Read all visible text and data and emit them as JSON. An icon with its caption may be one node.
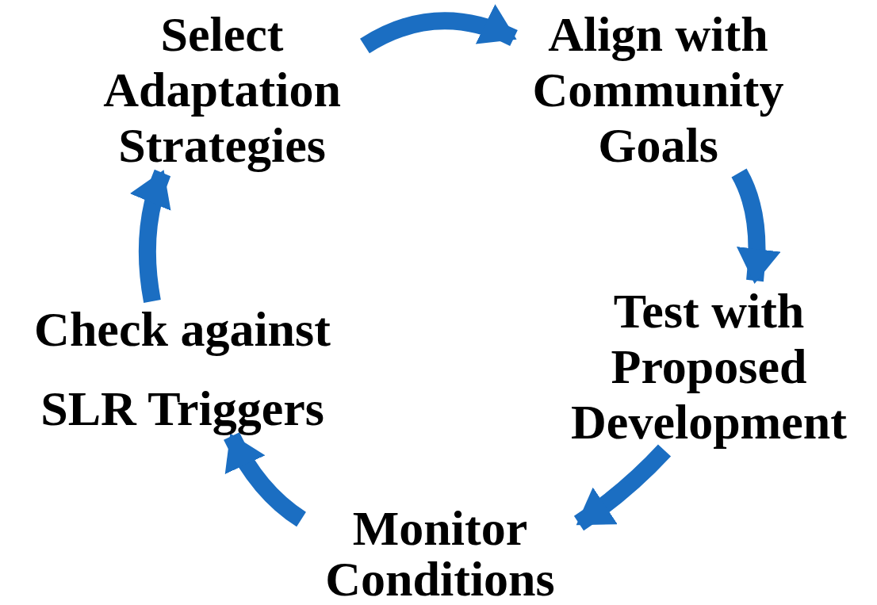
{
  "diagram": {
    "nodes": [
      {
        "text": [
          "Select Adaptation Strategies"
        ]
      },
      {
        "text": [
          "Align with Community Goals"
        ]
      },
      {
        "text": [
          "Test with Proposed Development"
        ]
      },
      {
        "text": [
          "Monitor Conditions"
        ]
      },
      {
        "text": [
          "Check against SLR Triggers"
        ]
      }
    ],
    "edges": [
      {
        "from": 0,
        "to": 1,
        "arrow": "to"
      },
      {
        "from": 1,
        "to": 2,
        "arrow": "to"
      },
      {
        "from": 2,
        "to": 3,
        "arrow": "to"
      },
      {
        "from": 3,
        "to": 4,
        "arrow": "to"
      },
      {
        "from": 4,
        "to": 0,
        "arrow": "to"
      }
    ]
  }
}
